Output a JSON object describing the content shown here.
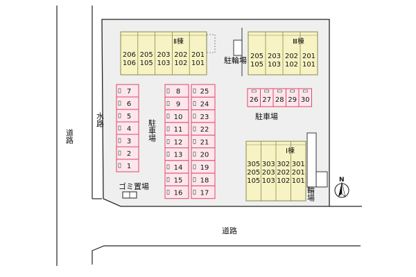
{
  "colors": {
    "building_fill": "#f7f3c4",
    "building_stroke": "#8a8a4a",
    "parking_fill": "#fde7ec",
    "parking_stroke": "#e0436a",
    "lot_fill": "#efefef",
    "line": "#222222"
  },
  "labels": {
    "road_left": "道路",
    "road_bottom": "道路",
    "waterway": "水路",
    "parking_center": "駐車場",
    "parking_east": "駐車場",
    "bicycle_top": "駐輪場",
    "bicycle_right": "駐輪場",
    "garbage": "ゴミ置場",
    "north": "N"
  },
  "buildings": {
    "b2": {
      "name": "Ⅱ棟",
      "rows": [
        [
          "206",
          "205",
          "203",
          "202",
          "201"
        ],
        [
          "106",
          "105",
          "103",
          "102",
          "101"
        ]
      ]
    },
    "b3": {
      "name": "Ⅲ棟",
      "rows": [
        [
          "205",
          "203",
          "202",
          "201"
        ],
        [
          "105",
          "103",
          "102",
          "101"
        ]
      ]
    },
    "b1": {
      "name": "Ⅰ棟",
      "rows": [
        [
          "305",
          "303",
          "302",
          "301"
        ],
        [
          "205",
          "203",
          "202",
          "201"
        ],
        [
          "105",
          "103",
          "102",
          "101"
        ]
      ]
    }
  },
  "parking": {
    "left_column": [
      "7",
      "6",
      "5",
      "4",
      "3",
      "2",
      "1"
    ],
    "middle_left": [
      "8",
      "9",
      "10",
      "11",
      "12",
      "13",
      "14",
      "15",
      "16"
    ],
    "middle_right": [
      "25",
      "24",
      "23",
      "22",
      "21",
      "20",
      "19",
      "18",
      "17"
    ],
    "top_row": [
      "26",
      "27",
      "28",
      "29",
      "30"
    ]
  }
}
